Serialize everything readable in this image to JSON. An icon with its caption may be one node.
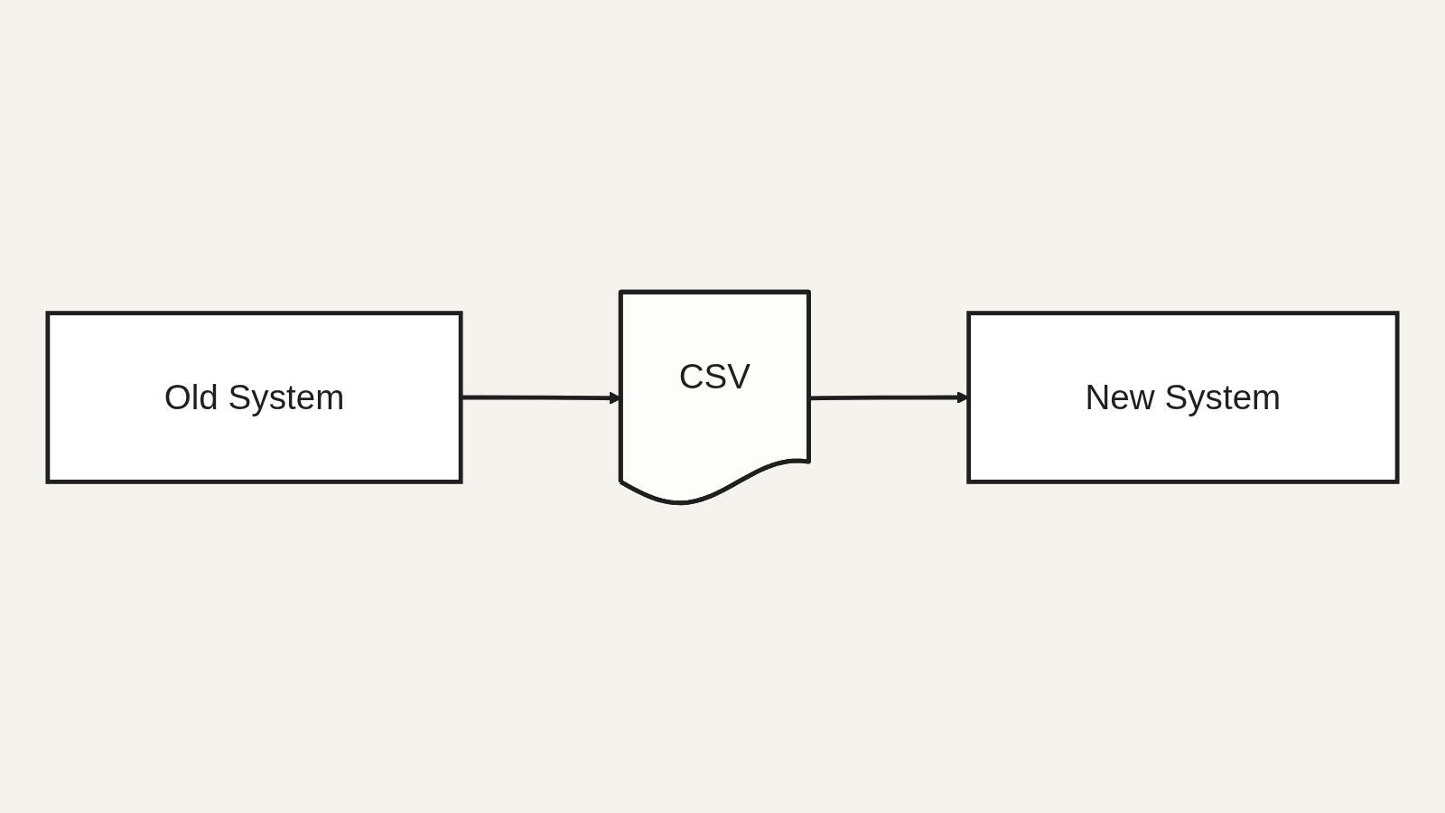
{
  "diagram": {
    "nodes": [
      {
        "text": [
          "Old System"
        ]
      },
      {
        "text": [
          "CSV"
        ]
      },
      {
        "text": [
          "New System"
        ]
      }
    ],
    "edges": [
      {
        "from": 0,
        "to": 1,
        "arrow": "to"
      },
      {
        "from": 1,
        "to": 2,
        "arrow": "to"
      }
    ]
  }
}
